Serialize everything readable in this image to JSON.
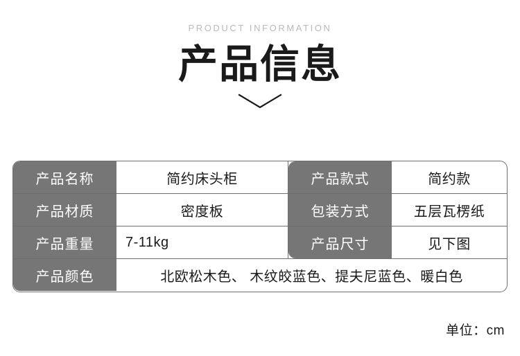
{
  "header": {
    "eyebrow": "PRODUCT INFORMATION",
    "headline": "产品信息",
    "chevron_icon": "chevron-down-icon"
  },
  "table": {
    "rows": [
      {
        "left_label": "产品名称",
        "left_value": "简约床头柜",
        "right_label": "产品款式",
        "right_value": "简约款"
      },
      {
        "left_label": "产品材质",
        "left_value": "密度板",
        "right_label": "包装方式",
        "right_value": "五层瓦楞纸"
      },
      {
        "left_label": "产品重量",
        "left_value": "7-11kg",
        "right_label": "产品尺寸",
        "right_value": "见下图"
      },
      {
        "left_label": "产品颜色",
        "left_value": "北欧松木色、 木纹皎蓝色、提夫尼蓝色、暖白色"
      }
    ]
  },
  "footer": {
    "unit": "单位：cm"
  },
  "colors": {
    "label_gray": "#767676",
    "border_gray": "#6e6e6e",
    "eyebrow_gray": "#b9b9b9",
    "text_black": "#1a1a1a"
  }
}
